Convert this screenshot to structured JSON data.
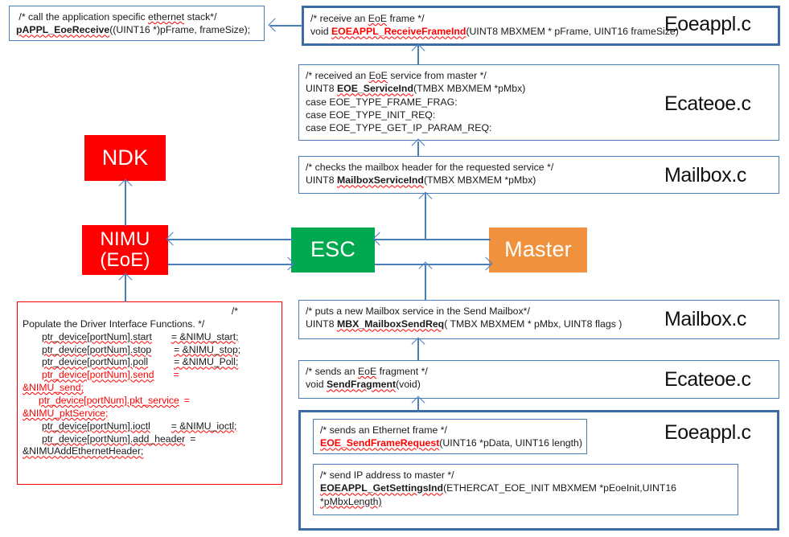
{
  "diagram": {
    "title": "EtherCAT EoE software call-flow diagram",
    "colors": {
      "ndk": "#ff0000",
      "nimu": "#ff0000",
      "esc": "#00a94f",
      "master": "#f0913e",
      "connector": "#4a7ebb",
      "box_border": "#4a7ebb",
      "box_border_thick": "#3c6ba5",
      "red_border": "#ff0000",
      "highlight_text": "#ff0000"
    }
  },
  "blocks": {
    "ndk": {
      "label": "NDK"
    },
    "nimu": {
      "label_line1": "NIMU",
      "label_line2": "(EoE)"
    },
    "esc": {
      "label": "ESC"
    },
    "master": {
      "label": "Master"
    }
  },
  "file_labels": {
    "eoeappl_top": "Eoeappl.c",
    "ecateoe_top": "Ecateoe.c",
    "mailbox_top": "Mailbox.c",
    "mailbox_bottom": "Mailbox.c",
    "ecateoe_bottom": "Ecateoe.c",
    "eoeappl_bottom": "Eoeappl.c"
  },
  "boxes": {
    "app_callback": {
      "comment": "/* call the application specific ethernet stack*/",
      "code_fn": "pAPPL_EoeReceive",
      "code_args": "((UINT16 *)pFrame, frameSize);"
    },
    "receive_frame": {
      "comment": "/* receive an EoE frame */",
      "code_prefix": "void ",
      "code_fn": "EOEAPPL_ReceiveFrameInd",
      "code_args": "(UINT8 MBXMEM * pFrame, UINT16 frameSize)"
    },
    "eoe_service": {
      "comment": "/* received an EoE service from master */",
      "code_prefix": "UINT8 ",
      "code_fn": "EOE_ServiceInd",
      "code_args": "(TMBX MBXMEM *pMbx)",
      "case1": "case EOE_TYPE_FRAME_FRAG:",
      "case2": "case EOE_TYPE_INIT_REQ:",
      "case3": "case EOE_TYPE_GET_IP_PARAM_REQ:"
    },
    "mailbox_service_ind": {
      "comment": "/* checks the mailbox header for the requested service */",
      "code_prefix": "UINT8 ",
      "code_fn": "MailboxServiceInd",
      "code_args": "(TMBX MBXMEM *pMbx)"
    },
    "driver_interface": {
      "l1": "/*",
      "l2": "Populate the Driver Interface Functions. */",
      "l3_left": "ptr_device[portNum].start",
      "l3_right": "= &NIMU_start;",
      "l4_left": "ptr_device[portNum].stop",
      "l4_right": "= &NIMU_stop;",
      "l5_left": "ptr_device[portNum].poll",
      "l5_right": "= &NIMU_Poll;",
      "l6_left": "ptr_device[portNum].send",
      "l6_right": "=",
      "l7": "&NIMU_send;",
      "l8_left": "ptr_device[portNum].pkt_service",
      "l8_right": "=",
      "l9": "&NIMU_pktService;",
      "l10_left": "ptr_device[portNum].ioctl",
      "l10_right": "= &NIMU_ioctl;",
      "l11_left": "ptr_device[portNum].add_header",
      "l11_right": "=",
      "l12": "&NIMUAddEthernetHeader;"
    },
    "mailbox_send_req": {
      "comment": "/* puts a new Mailbox service in the Send Mailbox*/",
      "code_prefix": "UINT8 ",
      "code_fn": "MBX_MailboxSendReq",
      "code_args": "( TMBX MBXMEM * pMbx, UINT8 flags )"
    },
    "send_fragment": {
      "comment": "/* sends an EoE fragment */",
      "code_prefix": "void ",
      "code_fn": "SendFragment",
      "code_args": "(void)"
    },
    "send_frame_request": {
      "comment": "/* sends an Ethernet frame */",
      "code_fn": "EOE_SendFrameRequest",
      "code_args": "(UINT16 *pData, UINT16 length)"
    },
    "get_settings_ind": {
      "comment": "/* send IP address to master */",
      "code_fn": "EOEAPPL_GetSettingsInd",
      "code_args": "(ETHERCAT_EOE_INIT MBXMEM *pEoeInit,UINT16",
      "code_args2": "*pMbxLength)"
    }
  }
}
